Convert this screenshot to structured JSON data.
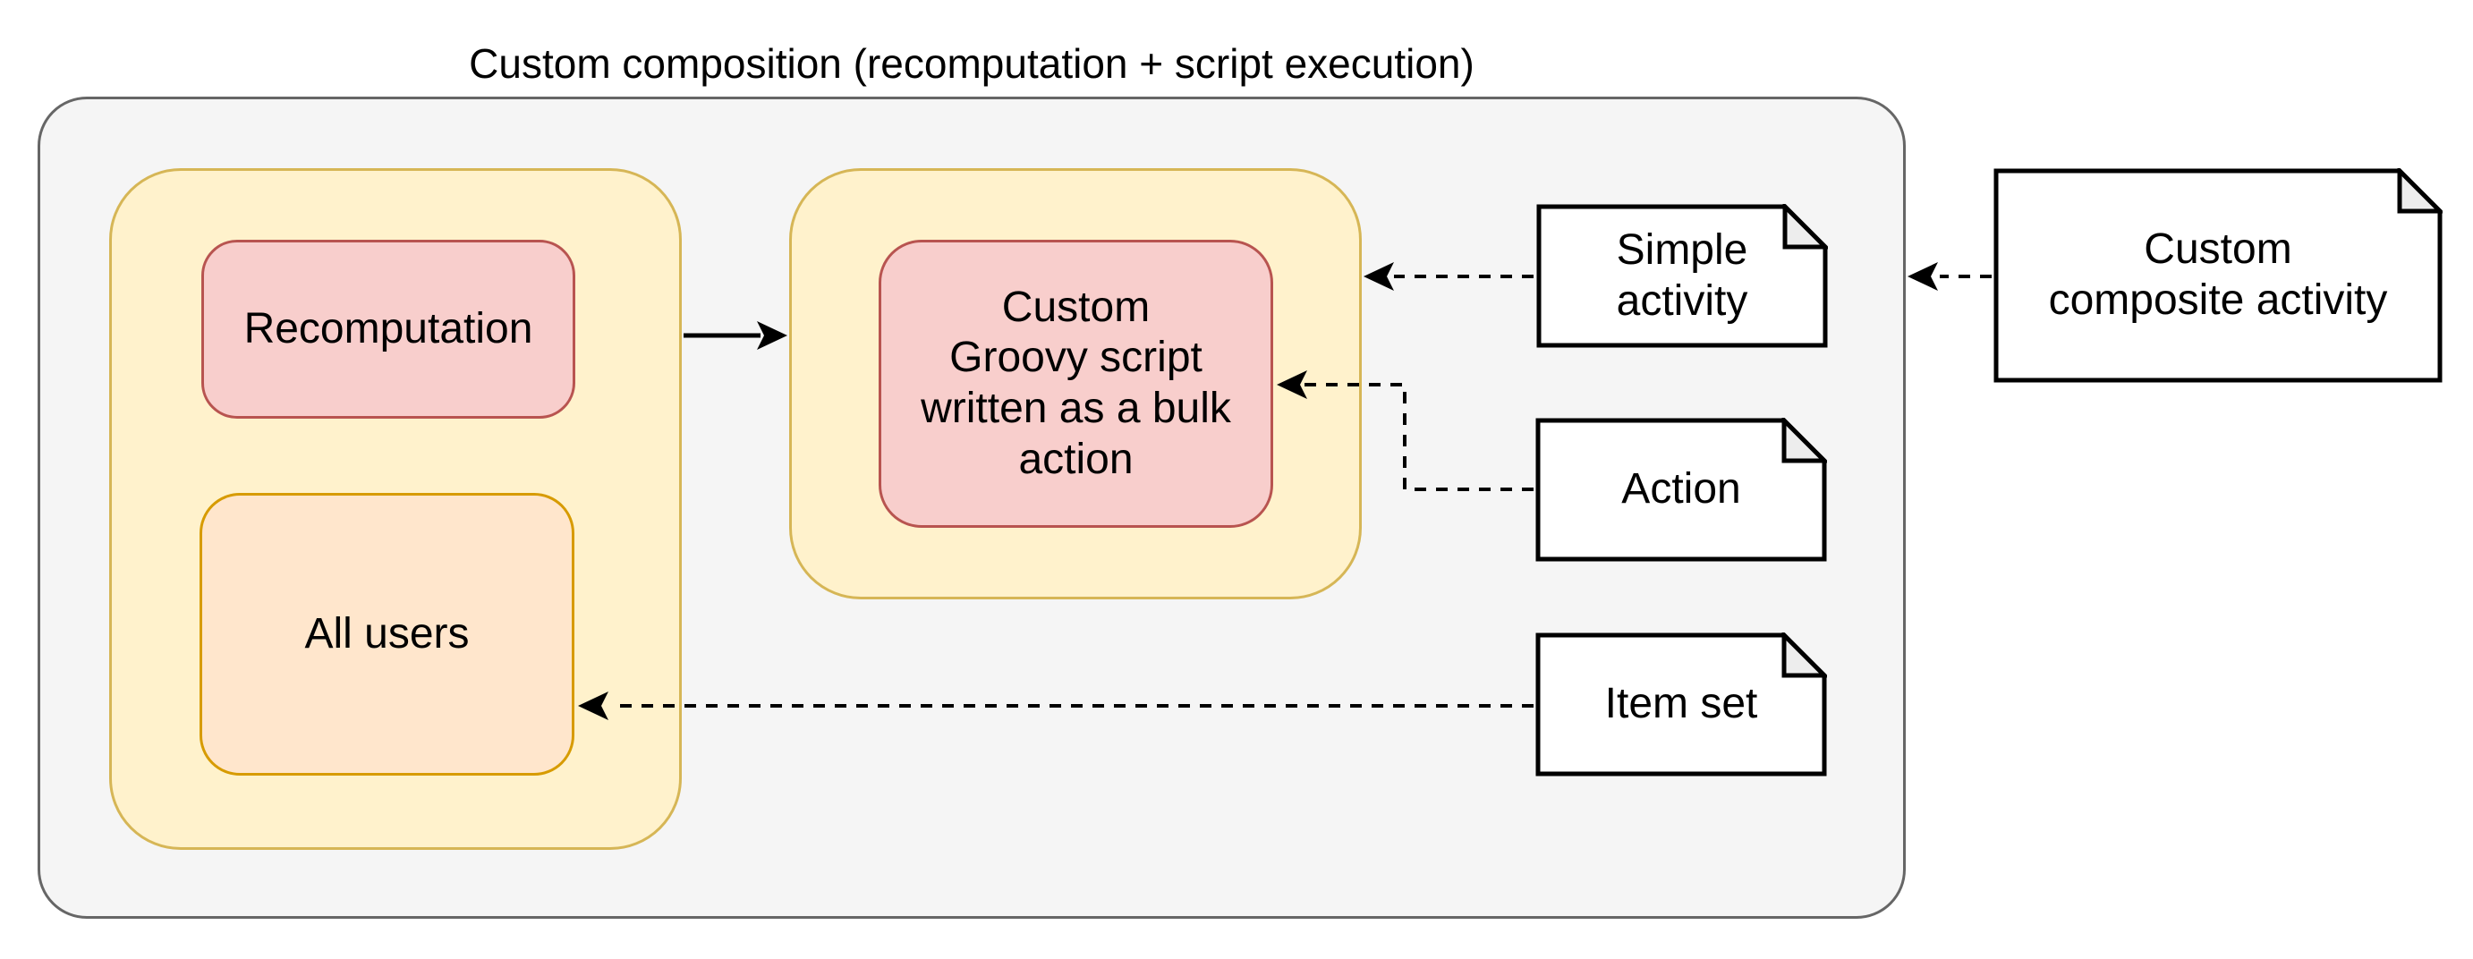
{
  "title": "Custom composition (recomputation + script execution)",
  "nodes": {
    "recomputation": {
      "label": "Recomputation"
    },
    "all_users": {
      "label": "All users"
    },
    "groovy_script": {
      "label": "Custom\nGroovy script\nwritten as a bulk\naction"
    },
    "simple_activity": {
      "label": "Simple\nactivity"
    },
    "action": {
      "label": "Action"
    },
    "item_set": {
      "label": "Item set"
    },
    "composite_activity": {
      "label": "Custom\ncomposite activity"
    }
  },
  "edges": [
    {
      "from": "recomputation-group",
      "to": "script-group",
      "style": "solid-arrow"
    },
    {
      "from": "simple-activity",
      "to": "script-group",
      "style": "dashed-arrow"
    },
    {
      "from": "action",
      "to": "groovy-script",
      "style": "dashed-arrow"
    },
    {
      "from": "item-set",
      "to": "all-users",
      "style": "dashed-arrow"
    },
    {
      "from": "composite-activity",
      "to": "custom-composition-container",
      "style": "dashed-arrow"
    }
  ],
  "colors": {
    "canvas_bg": "#FFFFFF",
    "container_fill": "#F5F5F5",
    "container_stroke": "#666666",
    "group_fill": "#FFF2CC",
    "group_stroke": "#D6B656",
    "task_fill": "#F8CECC",
    "task_stroke": "#B85450",
    "users_fill": "#FFE6CC",
    "users_stroke": "#D79B00",
    "document_fill": "#FFFFFF",
    "document_fold_fill": "#EDEDED",
    "document_stroke": "#000000",
    "connector_color": "#000000",
    "text_color": "#000000"
  }
}
